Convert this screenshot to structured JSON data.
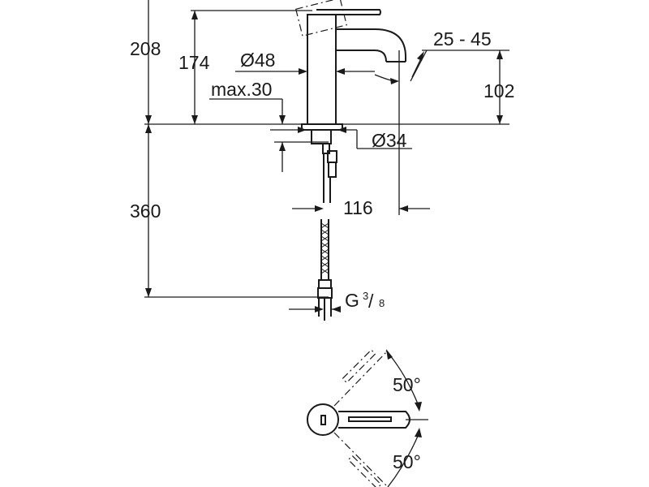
{
  "dimensions": {
    "overall_height": "208",
    "body_height": "174",
    "body_diameter": "Ø48",
    "max_thickness": "max.30",
    "spout_angle": "25 - 45",
    "spout_height": "102",
    "shank_diameter": "Ø34",
    "spout_reach": "116",
    "hose_length": "360",
    "thread": "G",
    "thread_numerator": "3",
    "thread_slash": "/",
    "thread_denominator": "8",
    "lever_angle_top": "50°",
    "lever_angle_bottom": "50°"
  }
}
